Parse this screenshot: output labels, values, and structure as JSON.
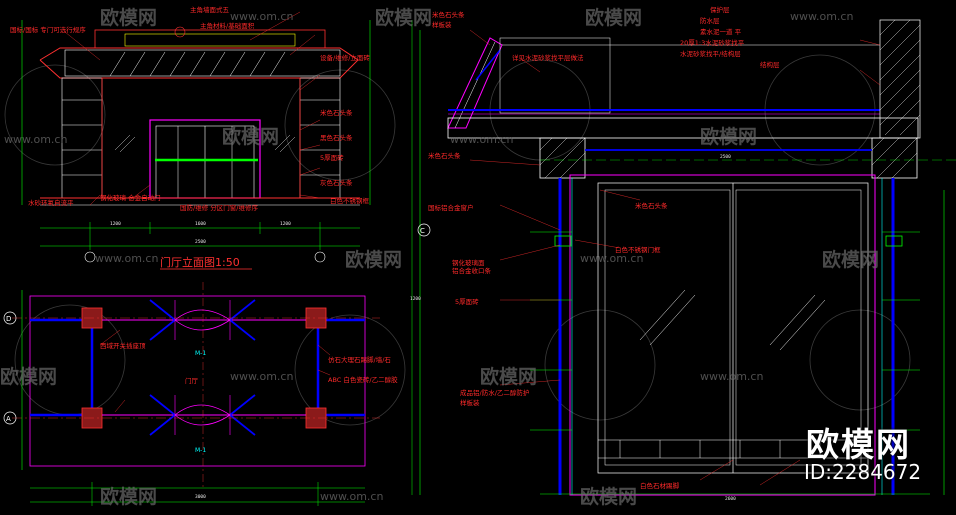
{
  "drawing": {
    "elevation_title": "门厅立面图1:50",
    "plan_title": "门厅"
  },
  "watermark": {
    "site": "www.om.cn",
    "brand": "欧模网",
    "id": "ID:2284672"
  },
  "grid_labels": [
    "D",
    "A",
    "C"
  ],
  "door_tags": [
    "M-1",
    "M-1"
  ],
  "labels_left": [
    "国标/国标 专门可选行规序",
    "主角墙面式五",
    "主角材料/基础面积",
    "设备/维修/立面砖",
    "钢化玻璃 合金自动门",
    "米色石头条",
    "黑色石头条",
    "5厚面砖",
    "灰色石头条",
    "白色不锈钢框",
    "国防/维修 分区门窗/维修序",
    "水砂环氧自流平"
  ],
  "labels_plan": [
    "西域开关插座顶",
    "仿石大理石踢脚/墙/石",
    "ABC  白色瓷砖/乙二醇胶"
  ],
  "labels_section": [
    "米色石头条",
    "样板装",
    "详见水泥砂浆找平层做法",
    "防水层",
    "保护层",
    "素水泥一道 平",
    "20厚1:3水泥砂浆找平",
    "水泥砂浆找平/结构层",
    "结构层",
    "米色石头条",
    "国标铝合金窗户",
    "钢化玻璃面",
    "铝合金收口条",
    "白色不锈钢门框",
    "5厚面砖",
    "成品铝/防水/乙二醇防护",
    "样板装",
    "白色石材踢脚",
    "米色石头条"
  ],
  "dims": [
    "2500",
    "1200",
    "1600",
    "1200",
    "3000",
    "2500",
    "1200",
    "2600"
  ]
}
